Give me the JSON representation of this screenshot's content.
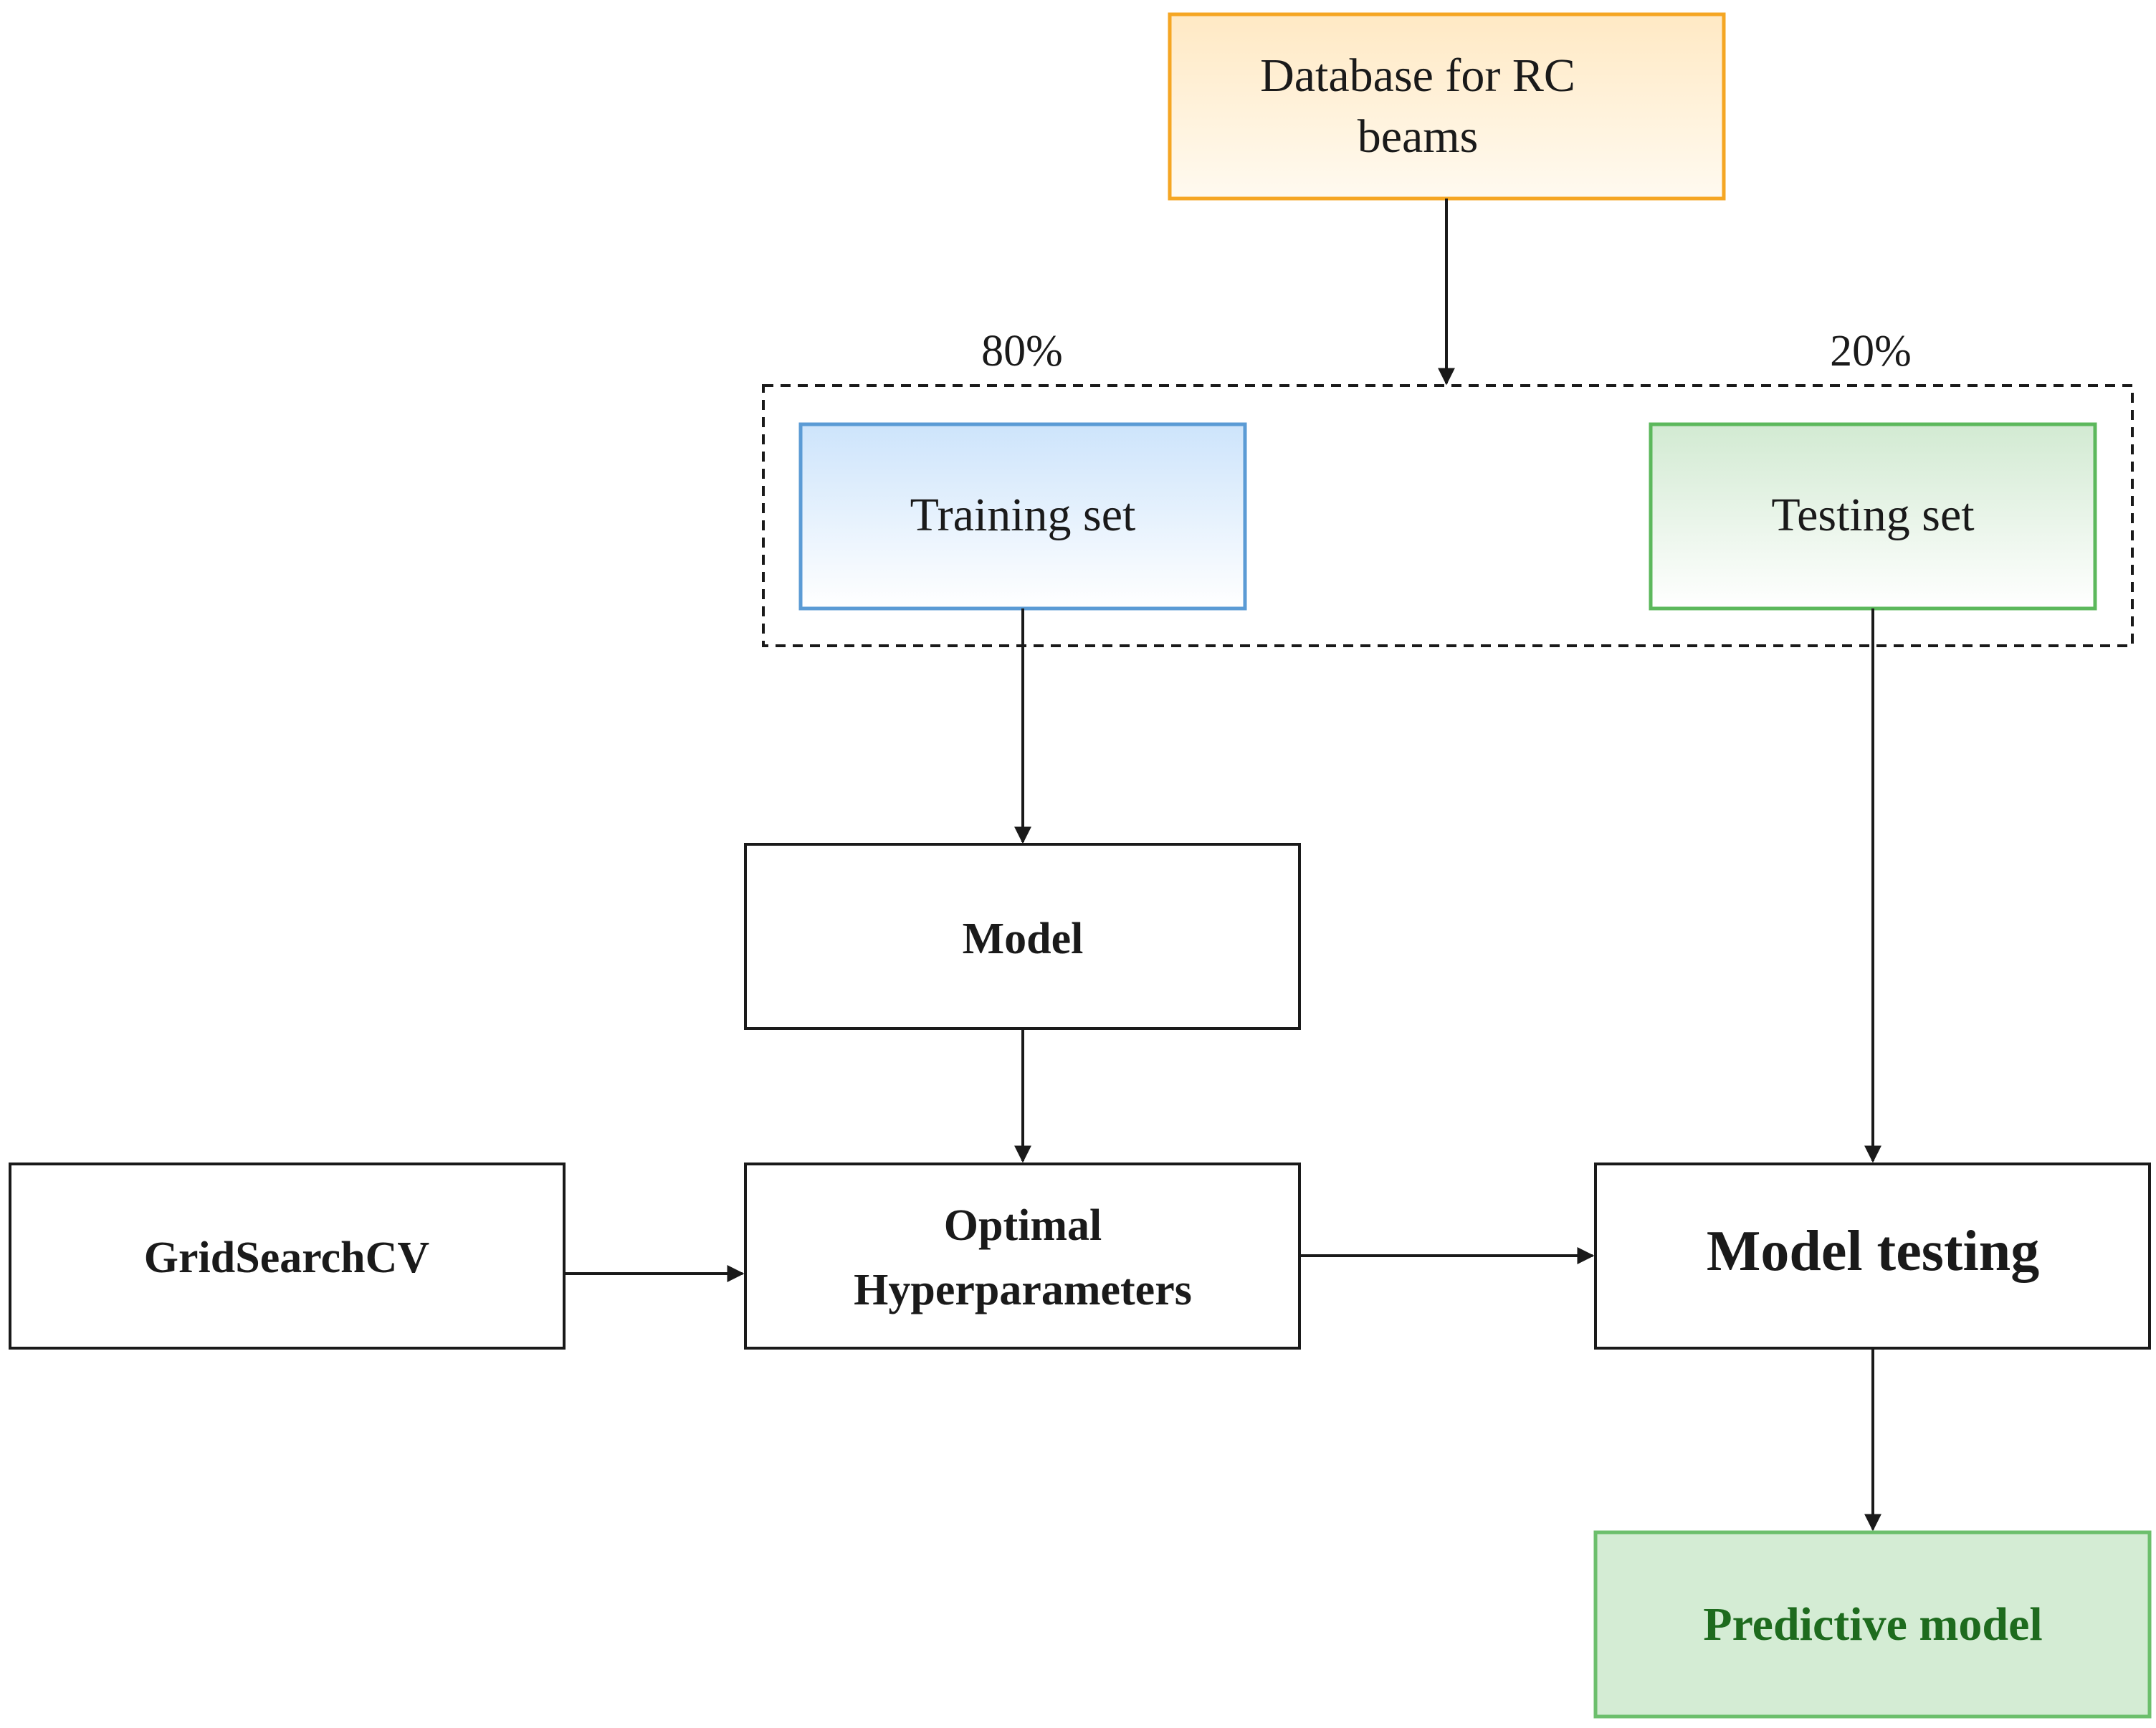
{
  "nodes": {
    "database": {
      "line1": "Database for RC",
      "line2": "beams"
    },
    "training": {
      "label": "Training set"
    },
    "testing": {
      "label": "Testing set"
    },
    "model": {
      "label": "Model"
    },
    "gridsearch": {
      "label": "GridSearchCV"
    },
    "optimal": {
      "line1": "Optimal",
      "line2": "Hyperparameters"
    },
    "model_testing": {
      "label": "Model testing"
    },
    "predictive": {
      "label": "Predictive model"
    }
  },
  "split": {
    "train_pct": "80%",
    "test_pct": "20%"
  },
  "colors": {
    "database_border": "#f5a623",
    "database_fill_top": "#ffe9c4",
    "database_fill_bottom": "#fffaf0",
    "training_border": "#5b9bd5",
    "training_fill_top": "#cde4fb",
    "training_fill_bottom": "#ffffff",
    "testing_border": "#5cb85c",
    "testing_fill_top": "#d2ead2",
    "testing_fill_bottom": "#ffffff",
    "predictive_border": "#6cbf6c",
    "predictive_fill": "#d4ecd4",
    "predictive_text": "#1e6b1e",
    "line": "#1a1a1a"
  }
}
